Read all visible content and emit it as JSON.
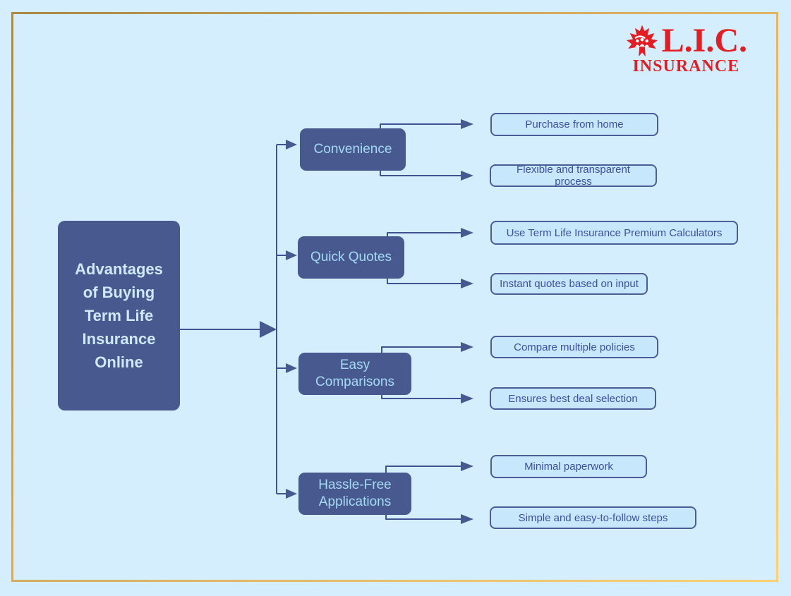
{
  "brand": {
    "name": "L.I.C.",
    "subtitle": "INSURANCE",
    "icon": "maple-leaf-icon",
    "color": "#e41c23"
  },
  "diagram": {
    "root": {
      "label": "Advantages of Buying Term Life Insurance Online"
    },
    "branches": [
      {
        "label": "Convenience",
        "children": [
          "Purchase from home",
          "Flexible and transparent process"
        ]
      },
      {
        "label": "Quick Quotes",
        "children": [
          "Use Term Life Insurance Premium Calculators",
          "Instant quotes based on input"
        ]
      },
      {
        "label": "Easy Comparisons",
        "children": [
          "Compare multiple policies",
          "Ensures best deal selection"
        ]
      },
      {
        "label": "Hassle-Free Applications",
        "children": [
          "Minimal paperwork",
          "Simple and easy-to-follow steps"
        ]
      }
    ]
  },
  "colors": {
    "background": "#d5eefd",
    "frame_gold_dark": "#a98848",
    "frame_gold_light": "#fccf78",
    "node_fill": "#47598f",
    "branch_text": "#a5daf3",
    "root_text": "#cfe8fa",
    "leaf_fill": "#c6e7fc",
    "leaf_border": "#4b5c97",
    "leaf_text": "#3c50a0",
    "connector": "#3e5390",
    "brand_red": "#e41c23"
  }
}
